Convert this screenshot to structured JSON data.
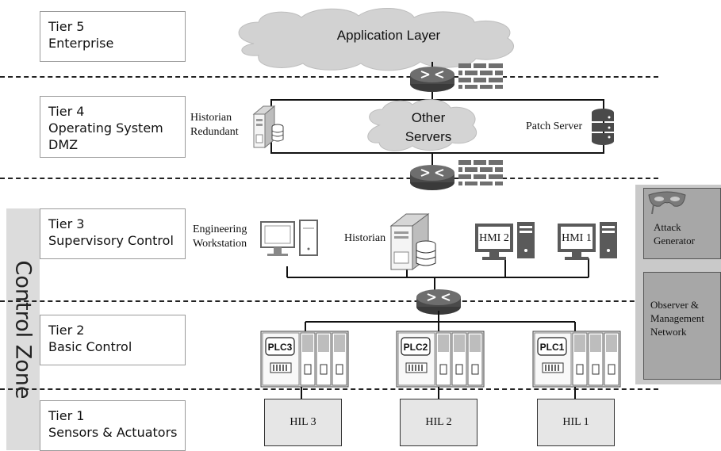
{
  "zone": {
    "label": "Control Zone"
  },
  "tiers": [
    {
      "lines": [
        "Tier 5",
        "Enterprise"
      ]
    },
    {
      "lines": [
        "Tier 4",
        "Operating System",
        "DMZ"
      ]
    },
    {
      "lines": [
        "Tier 3",
        "Supervisory Control"
      ]
    },
    {
      "lines": [
        "Tier 2",
        "Basic Control"
      ]
    },
    {
      "lines": [
        "Tier 1",
        "Sensors & Actuators"
      ]
    }
  ],
  "cloud_app": "Application Layer",
  "cloud_other": [
    "Other",
    "Servers"
  ],
  "dmz": {
    "historian_redundant": [
      "Historian",
      "Redundant"
    ],
    "patch_server": "Patch Server"
  },
  "supervisory": {
    "engineering_ws": [
      "Engineering",
      "Workstation"
    ],
    "historian": "Historian",
    "hmi2": "HMI 2",
    "hmi1": "HMI 1"
  },
  "plcs": [
    "PLC3",
    "PLC2",
    "PLC1"
  ],
  "hils": [
    "HIL 3",
    "HIL 2",
    "HIL 1"
  ],
  "side": {
    "attack": [
      "Attack",
      "Generator"
    ],
    "observer": [
      "Observer &",
      "Management",
      "Network"
    ]
  }
}
